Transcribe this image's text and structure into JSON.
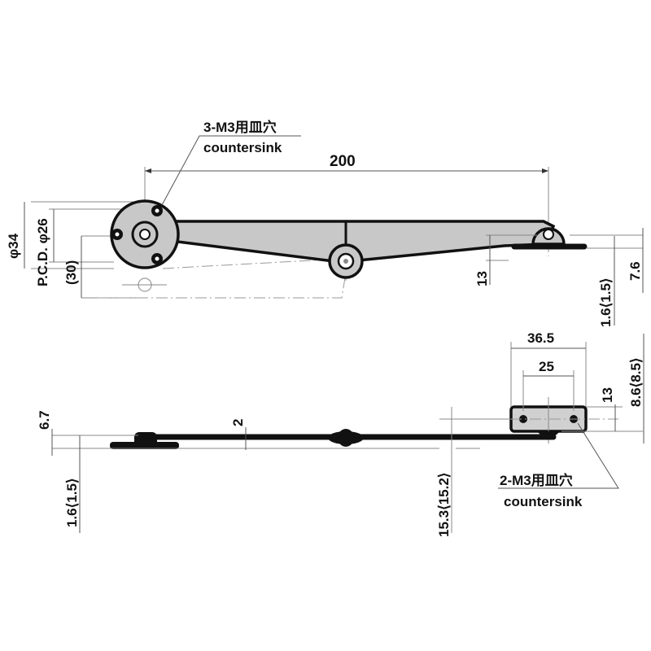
{
  "drawing": {
    "title": "Lid stay dimension drawing",
    "colors": {
      "line": "#111111",
      "fill": "#c8c8c8",
      "dimension": "#555555",
      "background": "#ffffff"
    },
    "top_view": {
      "callout_holes": {
        "line1": "3-M3用皿穴",
        "line2": "countersink"
      },
      "length": "200",
      "base_diameter": "φ34",
      "pcd": "P.C.D. φ26",
      "offset_30": "(30)",
      "arm_height": "13",
      "thickness_right": "1.6⟨1.5⟩",
      "bracket_height": "7.6"
    },
    "side_view": {
      "bracket_width": "36.5",
      "hole_pitch": "25",
      "bracket_hole_offset": "13",
      "bracket_total": "8.6⟨8.5⟩",
      "base_height": "6.7",
      "base_thickness": "1.6⟨1.5⟩",
      "arm_thickness": "2",
      "offset_height": "15.3⟨15.2⟩",
      "callout_holes": {
        "line1": "2-M3用皿穴",
        "line2": "countersink"
      }
    }
  }
}
